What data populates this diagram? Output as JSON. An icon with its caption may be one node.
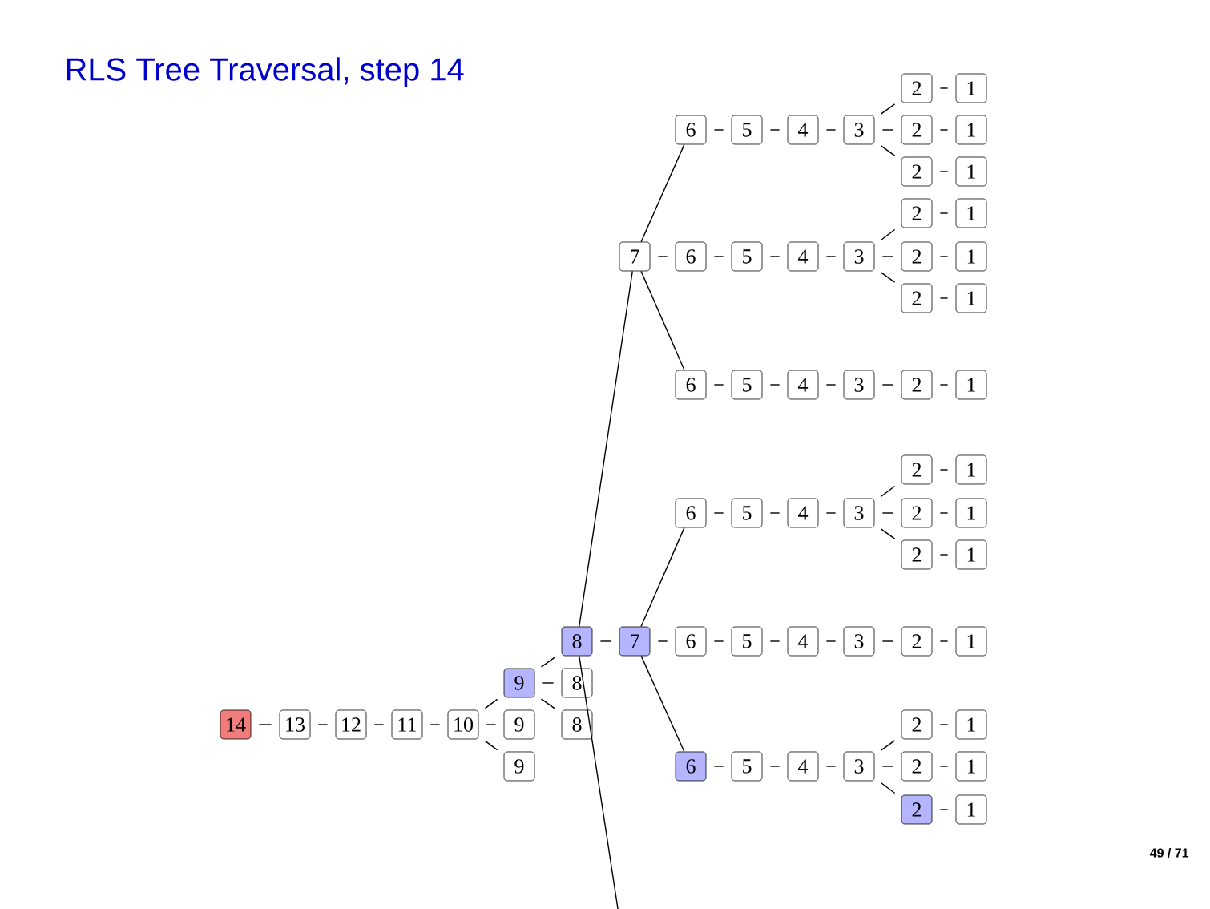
{
  "diagram": {
    "title": "RLS Tree Traversal, step 14",
    "nodes": [
      {
        "text": [
          "14"
        ]
      },
      {
        "text": [
          "13"
        ]
      },
      {
        "text": [
          "12"
        ]
      },
      {
        "text": [
          "11"
        ]
      },
      {
        "text": [
          "10"
        ]
      },
      {
        "text": [
          "9"
        ]
      },
      {
        "text": [
          "9"
        ]
      },
      {
        "text": [
          "9"
        ]
      },
      {
        "text": [
          "8"
        ]
      },
      {
        "text": [
          "8"
        ]
      },
      {
        "text": [
          "8"
        ]
      },
      {
        "text": [
          "7"
        ]
      },
      {
        "text": [
          "6"
        ]
      },
      {
        "text": [
          "5"
        ]
      },
      {
        "text": [
          "4"
        ]
      },
      {
        "text": [
          "3"
        ]
      },
      {
        "text": [
          "2"
        ]
      },
      {
        "text": [
          "1"
        ]
      },
      {
        "text": [
          "2"
        ]
      },
      {
        "text": [
          "1"
        ]
      },
      {
        "text": [
          "2"
        ]
      },
      {
        "text": [
          "1"
        ]
      },
      {
        "text": [
          "6"
        ]
      },
      {
        "text": [
          "5"
        ]
      },
      {
        "text": [
          "4"
        ]
      },
      {
        "text": [
          "3"
        ]
      },
      {
        "text": [
          "2"
        ]
      },
      {
        "text": [
          "1"
        ]
      },
      {
        "text": [
          "2"
        ]
      },
      {
        "text": [
          "1"
        ]
      },
      {
        "text": [
          "2"
        ]
      },
      {
        "text": [
          "1"
        ]
      },
      {
        "text": [
          "6"
        ]
      },
      {
        "text": [
          "5"
        ]
      },
      {
        "text": [
          "4"
        ]
      },
      {
        "text": [
          "3"
        ]
      },
      {
        "text": [
          "2"
        ]
      },
      {
        "text": [
          "1"
        ]
      },
      {
        "text": [
          "7"
        ]
      },
      {
        "text": [
          "6"
        ]
      },
      {
        "text": [
          "5"
        ]
      },
      {
        "text": [
          "4"
        ]
      },
      {
        "text": [
          "3"
        ]
      },
      {
        "text": [
          "2"
        ]
      },
      {
        "text": [
          "1"
        ]
      },
      {
        "text": [
          "2"
        ]
      },
      {
        "text": [
          "1"
        ]
      },
      {
        "text": [
          "2"
        ]
      },
      {
        "text": [
          "1"
        ]
      },
      {
        "text": [
          "6"
        ]
      },
      {
        "text": [
          "5"
        ]
      },
      {
        "text": [
          "4"
        ]
      },
      {
        "text": [
          "3"
        ]
      },
      {
        "text": [
          "2"
        ]
      },
      {
        "text": [
          "1"
        ]
      },
      {
        "text": [
          "6"
        ]
      },
      {
        "text": [
          "5"
        ]
      },
      {
        "text": [
          "4"
        ]
      },
      {
        "text": [
          "3"
        ]
      },
      {
        "text": [
          "2"
        ]
      },
      {
        "text": [
          "1"
        ]
      },
      {
        "text": [
          "2"
        ]
      },
      {
        "text": [
          "1"
        ]
      },
      {
        "text": [
          "2"
        ]
      },
      {
        "text": [
          "1"
        ]
      }
    ],
    "edges": [
      {
        "from": 0,
        "to": 1,
        "arrow": "none"
      },
      {
        "from": 1,
        "to": 2,
        "arrow": "none"
      },
      {
        "from": 2,
        "to": 3,
        "arrow": "none"
      },
      {
        "from": 3,
        "to": 4,
        "arrow": "none"
      },
      {
        "from": 4,
        "to": 5,
        "arrow": "none"
      },
      {
        "from": 4,
        "to": 6,
        "arrow": "none"
      },
      {
        "from": 4,
        "to": 7,
        "arrow": "none"
      },
      {
        "from": 5,
        "to": 8,
        "arrow": "none"
      },
      {
        "from": 5,
        "to": 9,
        "arrow": "none"
      },
      {
        "from": 5,
        "to": 10,
        "arrow": "none"
      },
      {
        "from": 8,
        "to": 11,
        "arrow": "none"
      },
      {
        "from": 8,
        "to": 38,
        "arrow": "none"
      },
      {
        "from": 8,
        "to": null,
        "arrow": "none"
      },
      {
        "from": 11,
        "to": 12,
        "arrow": "none"
      },
      {
        "from": 12,
        "to": 13,
        "arrow": "none"
      },
      {
        "from": 13,
        "to": 14,
        "arrow": "none"
      },
      {
        "from": 14,
        "to": 15,
        "arrow": "none"
      },
      {
        "from": 15,
        "to": 16,
        "arrow": "none"
      },
      {
        "from": 16,
        "to": 17,
        "arrow": "none"
      },
      {
        "from": 15,
        "to": 18,
        "arrow": "none"
      },
      {
        "from": 18,
        "to": 19,
        "arrow": "none"
      },
      {
        "from": 15,
        "to": 20,
        "arrow": "none"
      },
      {
        "from": 20,
        "to": 21,
        "arrow": "none"
      },
      {
        "from": 11,
        "to": 22,
        "arrow": "none"
      },
      {
        "from": 22,
        "to": 23,
        "arrow": "none"
      },
      {
        "from": 23,
        "to": 24,
        "arrow": "none"
      },
      {
        "from": 24,
        "to": 25,
        "arrow": "none"
      },
      {
        "from": 25,
        "to": 26,
        "arrow": "none"
      },
      {
        "from": 26,
        "to": 27,
        "arrow": "none"
      },
      {
        "from": 25,
        "to": 28,
        "arrow": "none"
      },
      {
        "from": 28,
        "to": 29,
        "arrow": "none"
      },
      {
        "from": 25,
        "to": 30,
        "arrow": "none"
      },
      {
        "from": 30,
        "to": 31,
        "arrow": "none"
      },
      {
        "from": 11,
        "to": 32,
        "arrow": "none"
      },
      {
        "from": 32,
        "to": 33,
        "arrow": "none"
      },
      {
        "from": 33,
        "to": 34,
        "arrow": "none"
      },
      {
        "from": 34,
        "to": 35,
        "arrow": "none"
      },
      {
        "from": 35,
        "to": 36,
        "arrow": "none"
      },
      {
        "from": 36,
        "to": 37,
        "arrow": "none"
      },
      {
        "from": 38,
        "to": 39,
        "arrow": "none"
      },
      {
        "from": 39,
        "to": 40,
        "arrow": "none"
      },
      {
        "from": 40,
        "to": 41,
        "arrow": "none"
      },
      {
        "from": 41,
        "to": 42,
        "arrow": "none"
      },
      {
        "from": 42,
        "to": 43,
        "arrow": "none"
      },
      {
        "from": 43,
        "to": 44,
        "arrow": "none"
      },
      {
        "from": 42,
        "to": 45,
        "arrow": "none"
      },
      {
        "from": 45,
        "to": 46,
        "arrow": "none"
      },
      {
        "from": 42,
        "to": 47,
        "arrow": "none"
      },
      {
        "from": 47,
        "to": 48,
        "arrow": "none"
      },
      {
        "from": 38,
        "to": 49,
        "arrow": "none"
      },
      {
        "from": 49,
        "to": 50,
        "arrow": "none"
      },
      {
        "from": 50,
        "to": 51,
        "arrow": "none"
      },
      {
        "from": 51,
        "to": 52,
        "arrow": "none"
      },
      {
        "from": 52,
        "to": 53,
        "arrow": "none"
      },
      {
        "from": 53,
        "to": 54,
        "arrow": "none"
      },
      {
        "from": 38,
        "to": 55,
        "arrow": "none"
      },
      {
        "from": 55,
        "to": 56,
        "arrow": "none"
      },
      {
        "from": 56,
        "to": 57,
        "arrow": "none"
      },
      {
        "from": 57,
        "to": 58,
        "arrow": "none"
      },
      {
        "from": 58,
        "to": 59,
        "arrow": "none"
      },
      {
        "from": 59,
        "to": 60,
        "arrow": "none"
      },
      {
        "from": 58,
        "to": 61,
        "arrow": "none"
      },
      {
        "from": 61,
        "to": 62,
        "arrow": "none"
      },
      {
        "from": 58,
        "to": 63,
        "arrow": "none"
      },
      {
        "from": 63,
        "to": 64,
        "arrow": "none"
      }
    ],
    "labels": [
      "49 / 71"
    ]
  }
}
